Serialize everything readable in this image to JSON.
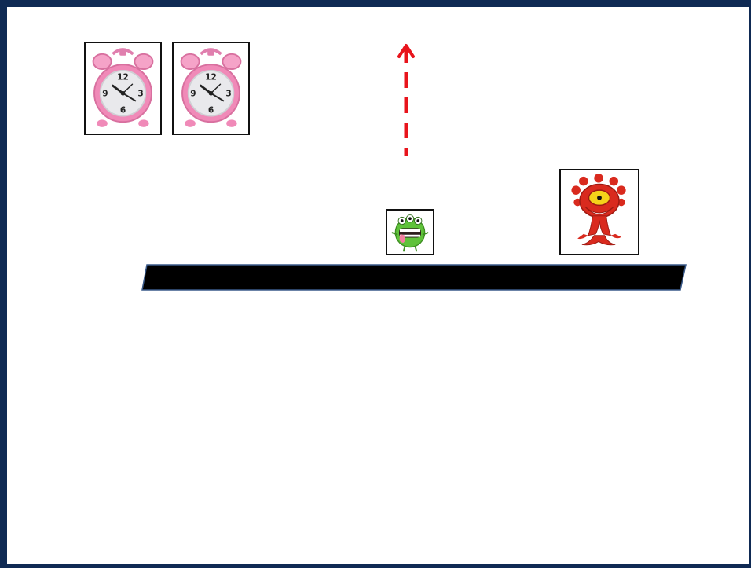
{
  "scene": {
    "frame_color": "#0f2a54",
    "background_color": "#ffffff",
    "timer": {
      "clocks_remaining": 2,
      "icon": "alarm-clock-icon",
      "clock_color": "#f08ab8",
      "face_numbers": [
        "12",
        "3",
        "6",
        "9"
      ]
    },
    "jump_indicator": {
      "direction": "up",
      "style": "dashed",
      "color": "#e8141c"
    },
    "platform": {
      "color": "#000000",
      "outline": "#3a5a8a"
    },
    "player": {
      "icon": "green-monster-icon",
      "color": "#5fc23a"
    },
    "enemy": {
      "icon": "red-monster-icon",
      "color": "#d92a1e"
    }
  }
}
